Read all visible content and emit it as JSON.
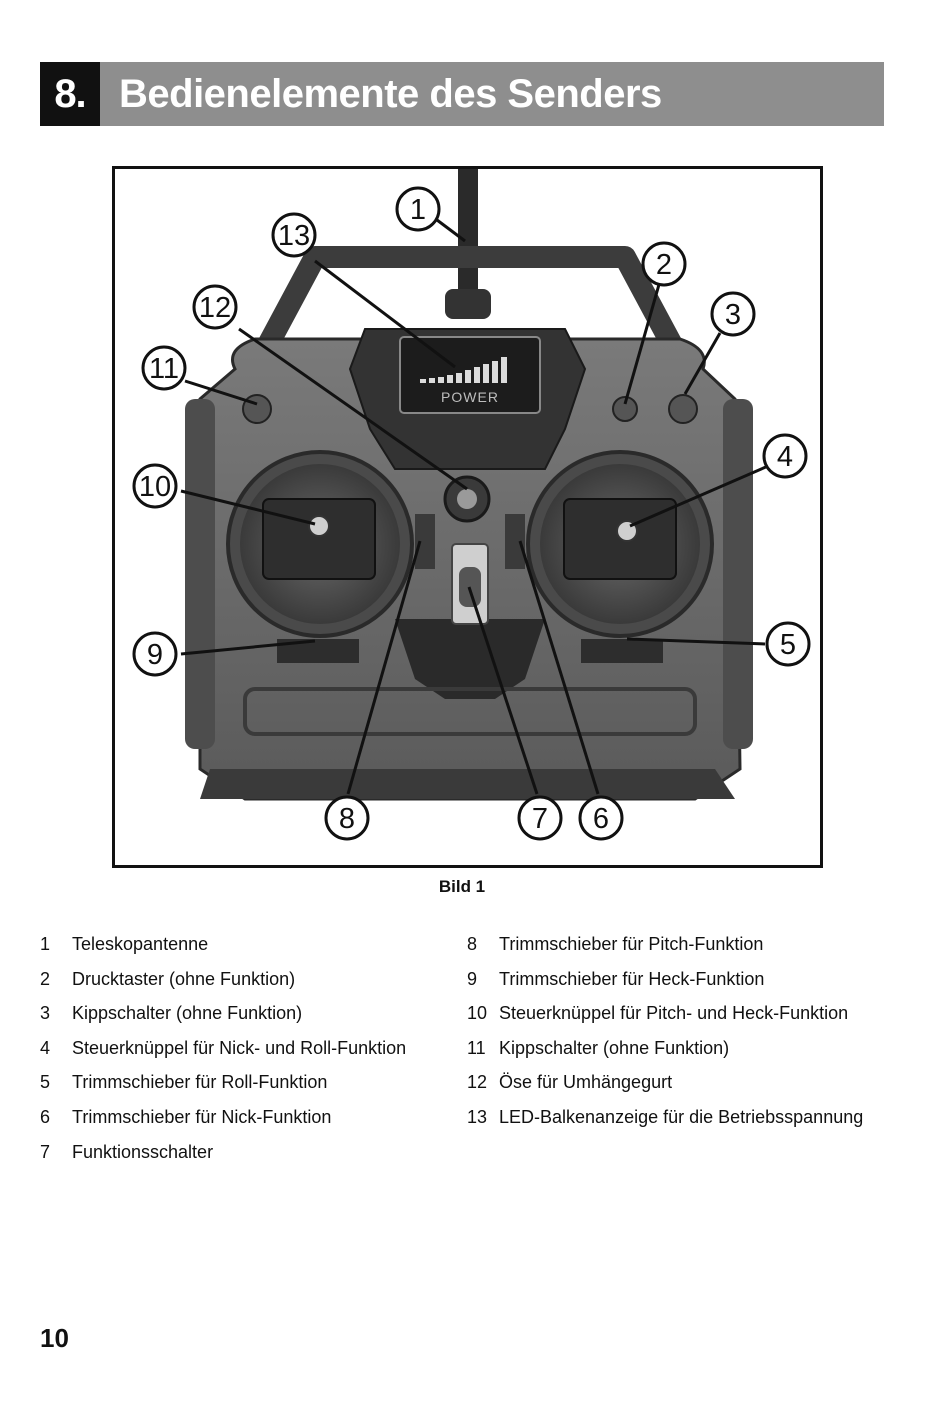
{
  "header": {
    "number": "8.",
    "title": "Bedienelemente des Senders"
  },
  "figure": {
    "screen_label": "POWER",
    "callouts": [
      "1",
      "2",
      "3",
      "4",
      "5",
      "6",
      "7",
      "8",
      "9",
      "10",
      "11",
      "12",
      "13"
    ],
    "caption": "Bild 1"
  },
  "legend": {
    "left": [
      {
        "n": "1",
        "t": "Teleskopantenne"
      },
      {
        "n": "2",
        "t": "Drucktaster (ohne Funktion)"
      },
      {
        "n": "3",
        "t": "Kippschalter (ohne Funktion)"
      },
      {
        "n": "4",
        "t": "Steuerknüppel für Nick- und Roll-Funktion"
      },
      {
        "n": "5",
        "t": "Trimmschieber für Roll-Funktion"
      },
      {
        "n": "6",
        "t": "Trimmschieber für Nick-Funktion"
      },
      {
        "n": "7",
        "t": "Funktionsschalter"
      }
    ],
    "right": [
      {
        "n": "8",
        "t": "Trimmschieber für Pitch-Funktion"
      },
      {
        "n": "9",
        "t": "Trimmschieber für Heck-Funktion"
      },
      {
        "n": "10",
        "t": "Steuerknüppel für Pitch- und Heck-Funktion"
      },
      {
        "n": "11",
        "t": "Kippschalter (ohne Funktion)"
      },
      {
        "n": "12",
        "t": "Öse für Umhängegurt"
      },
      {
        "n": "13",
        "t": "LED-Balkenanzeige für die Betriebsspannung"
      }
    ]
  },
  "page_number": "10"
}
